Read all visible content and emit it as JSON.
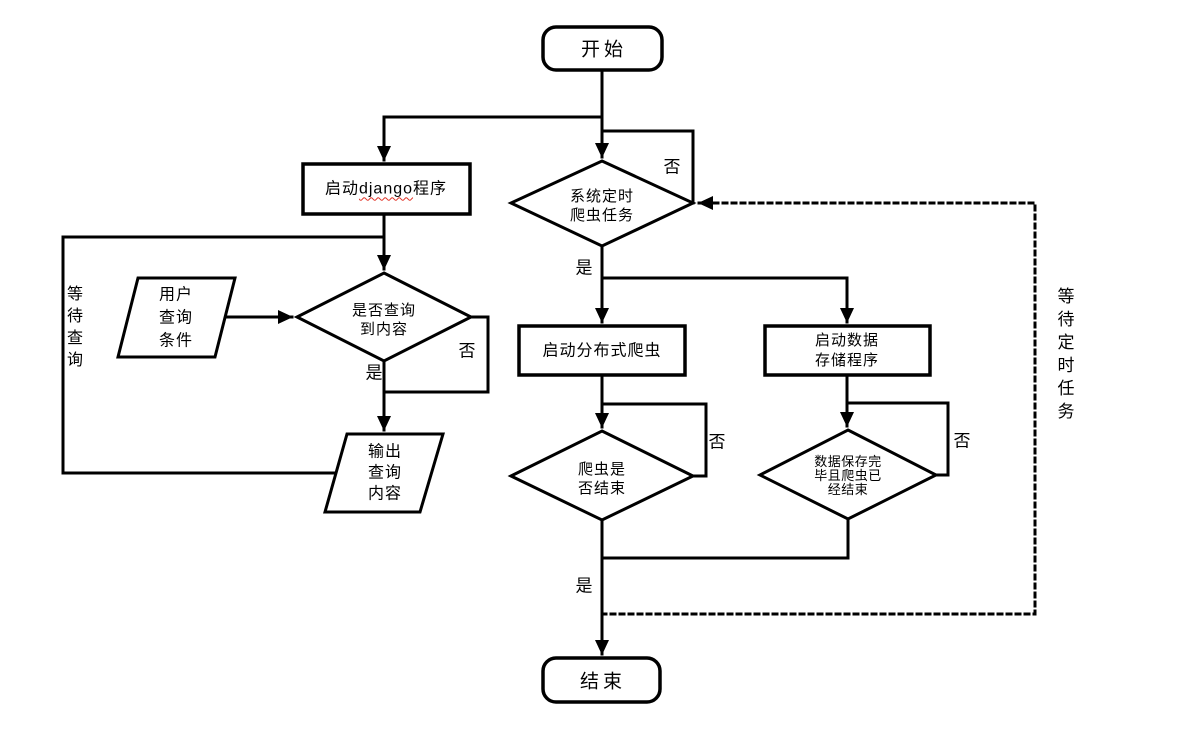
{
  "diagram": {
    "background": "#ffffff",
    "line_color": "#000000",
    "misspell_underline_color": "#e03024"
  },
  "nodes": {
    "start": {
      "type": "terminator",
      "label": "开始"
    },
    "django": {
      "type": "process",
      "pre": "启动",
      "word": "django",
      "post": "程序"
    },
    "user_query": {
      "type": "io",
      "label": "用户\n查询\n条件"
    },
    "query_found": {
      "type": "decision",
      "label": "是否查询\n到内容"
    },
    "output": {
      "type": "io",
      "label": "输出\n查询\n内容"
    },
    "system_timer": {
      "type": "decision",
      "label": "系统定时\n爬虫任务"
    },
    "distributed": {
      "type": "process",
      "label": "启动分布式爬虫"
    },
    "storage": {
      "type": "process",
      "label": "启动数据\n存储程序"
    },
    "crawler_end": {
      "type": "decision",
      "label": "爬虫是\n否结束"
    },
    "data_saved": {
      "type": "decision",
      "label": "数据保存完\n毕且爬虫已\n经结束"
    },
    "end": {
      "type": "terminator",
      "label": "结束"
    }
  },
  "edge_labels": {
    "system_no": "否",
    "system_yes": "是",
    "query_no": "否",
    "query_yes": "是",
    "crawler_no": "否",
    "saved_no": "否",
    "merge_yes": "是",
    "wait_query": "等待查询",
    "wait_timer": "等待定时任务"
  },
  "edges": [
    {
      "from": "开始",
      "to": "启动django程序",
      "label": "",
      "style": "solid"
    },
    {
      "from": "开始",
      "to": "系统定时爬虫任务",
      "label": "",
      "style": "solid"
    },
    {
      "from": "启动django程序",
      "to": "是否查询到内容",
      "label": "",
      "style": "solid"
    },
    {
      "from": "用户查询条件",
      "to": "是否查询到内容",
      "label": "",
      "style": "solid"
    },
    {
      "from": "是否查询到内容",
      "to": "输出查询内容",
      "label": "是",
      "style": "solid"
    },
    {
      "from": "是否查询到内容",
      "to": "输出查询内容",
      "label": "否",
      "style": "solid"
    },
    {
      "from": "输出查询内容",
      "to": "是否查询到内容",
      "label": "等待查询",
      "style": "solid"
    },
    {
      "from": "系统定时爬虫任务",
      "to": "系统定时爬虫任务",
      "label": "否",
      "style": "solid"
    },
    {
      "from": "系统定时爬虫任务",
      "to": "启动分布式爬虫",
      "label": "是",
      "style": "solid"
    },
    {
      "from": "系统定时爬虫任务",
      "to": "启动数据存储程序",
      "label": "是",
      "style": "solid"
    },
    {
      "from": "启动分布式爬虫",
      "to": "爬虫是否结束",
      "label": "",
      "style": "solid"
    },
    {
      "from": "爬虫是否结束",
      "to": "爬虫是否结束",
      "label": "否",
      "style": "solid"
    },
    {
      "from": "启动数据存储程序",
      "to": "数据保存完毕且爬虫已经结束",
      "label": "",
      "style": "solid"
    },
    {
      "from": "数据保存完毕且爬虫已经结束",
      "to": "数据保存完毕且爬虫已经结束",
      "label": "否",
      "style": "solid"
    },
    {
      "from": "爬虫是否结束",
      "to": "结束",
      "label": "是",
      "style": "solid"
    },
    {
      "from": "数据保存完毕且爬虫已经结束",
      "to": "结束",
      "label": "是",
      "style": "solid"
    },
    {
      "from": "结束",
      "to": "系统定时爬虫任务",
      "label": "等待定时任务",
      "style": "dotted"
    }
  ]
}
